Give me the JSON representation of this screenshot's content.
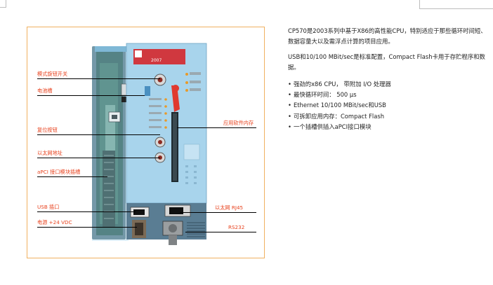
{
  "callouts": {
    "mode_switch": "模式旋钮开关",
    "battery": "电池槽",
    "reset": "复位按钮",
    "eth_addr": "以太网地址",
    "apci_slot": "aPCI 接口模块插槽",
    "usb": "USB 插口",
    "power": "电源 +24 VDC",
    "app_memory": "应用软件内存",
    "ethernet": "以太网 RJ45",
    "rs232": "RS232"
  },
  "description": {
    "intro": "CP570是2003系列中基于X86的高性能CPU，特别适应于那些循环时间短、数据容量大以及需浮点计算的项目应用。",
    "memory_note": "USB和10/100 MBit/sec是标准配置，Compact Flash卡用于存贮程序和数据。",
    "features": [
      "强劲的x86 CPU， 带附加 I/O 处理器",
      "最快循环时间： 500 μs",
      "Ethernet 10/100 MBit/sec和USB",
      "可拆卸应用内存：Compact Flash",
      "一个插槽供插入aPCI接口模块"
    ]
  },
  "device": {
    "model_label": "2007",
    "brand_color": "#d0383f",
    "body_color": "#a8d4ec",
    "frame_color": "#f0b060",
    "callout_color": "#e8431f"
  }
}
